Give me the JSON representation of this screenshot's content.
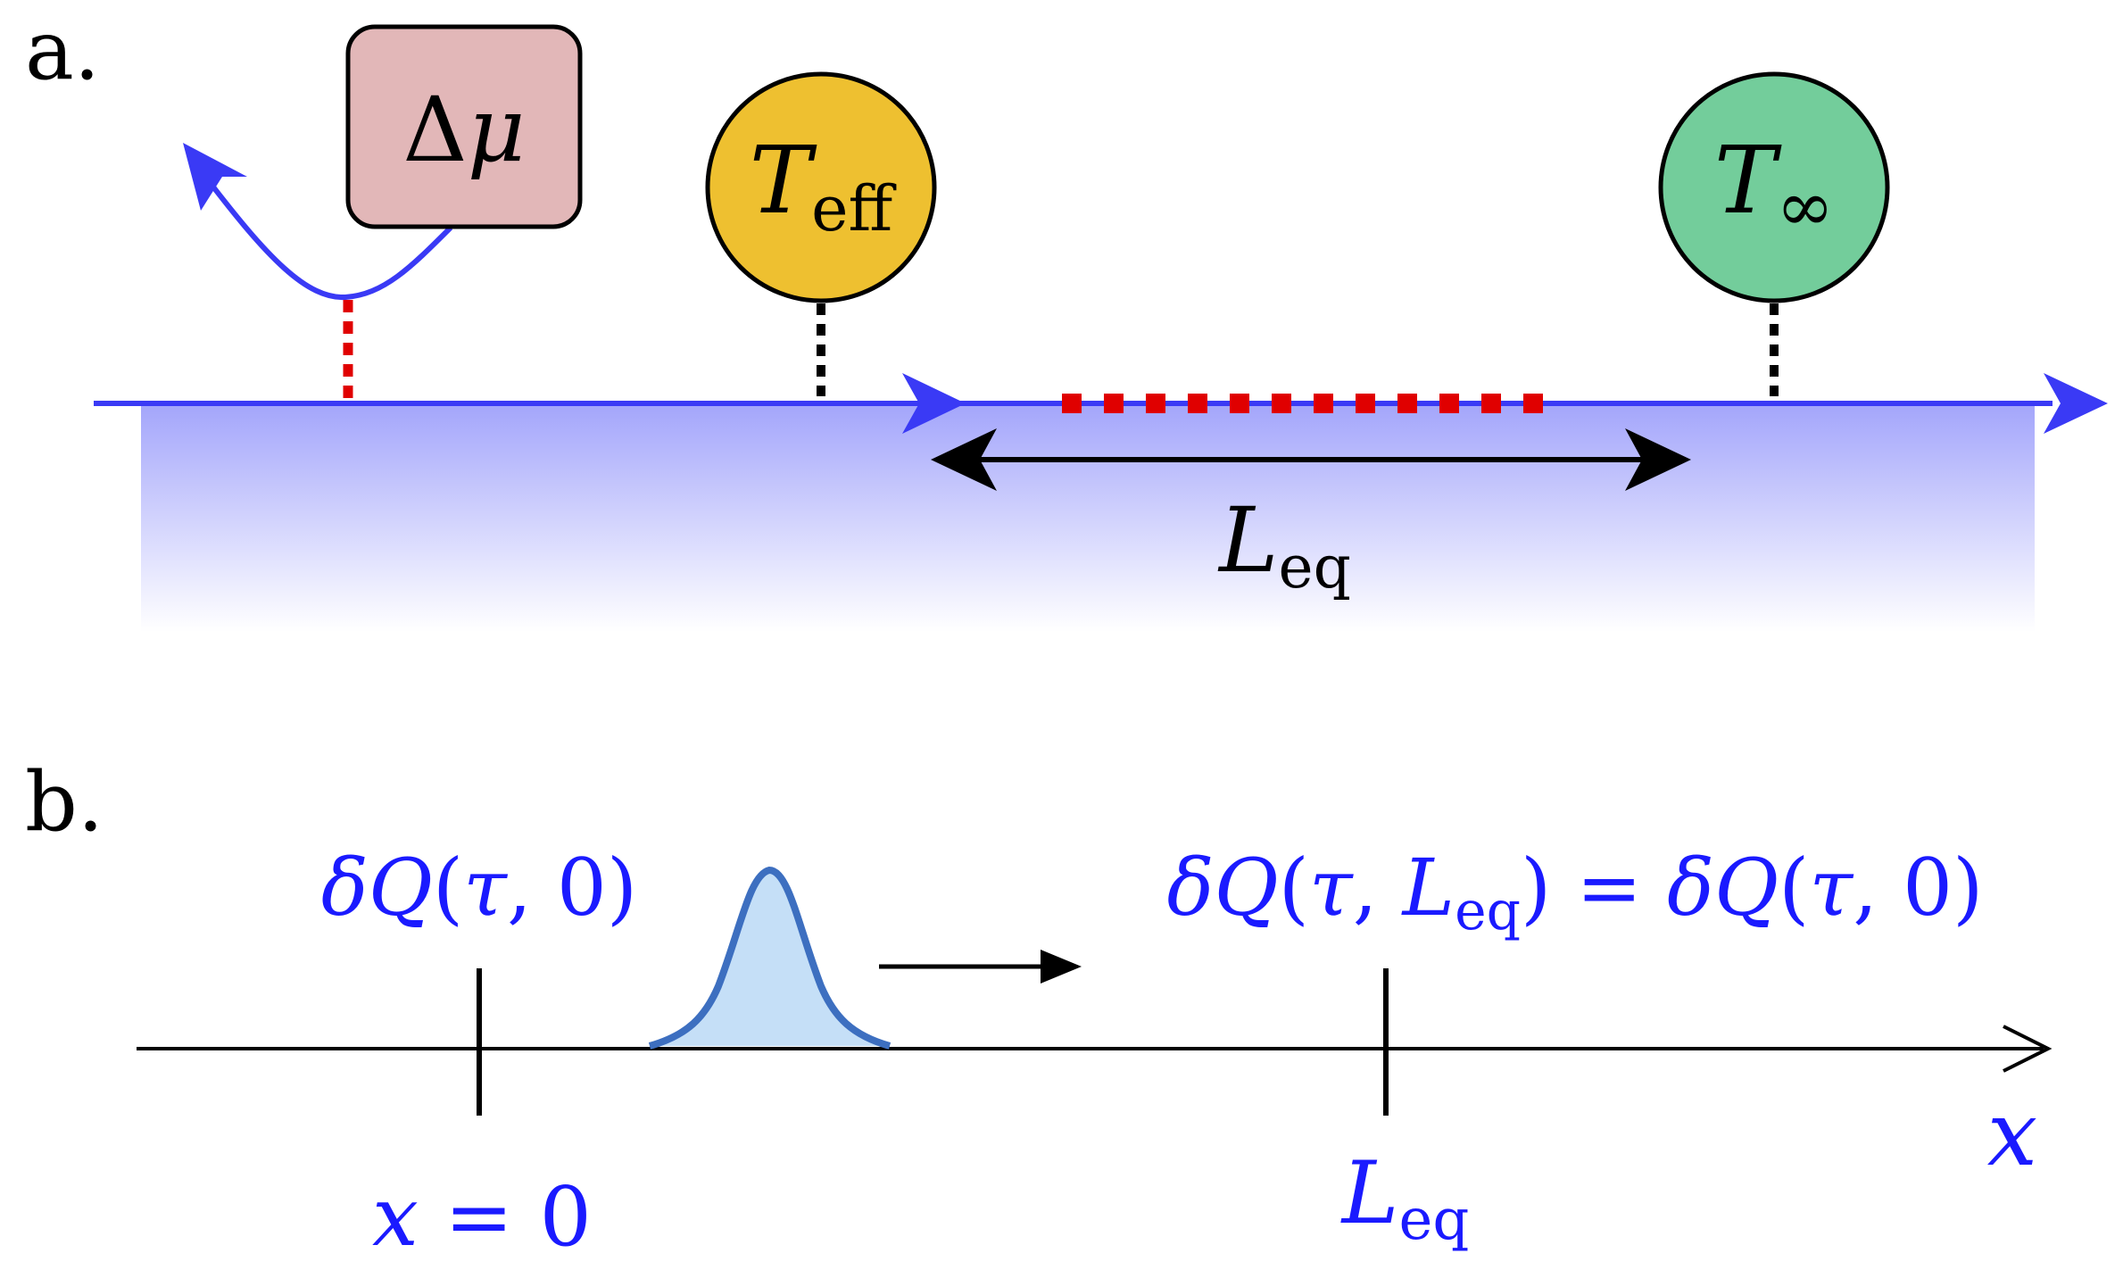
{
  "panel_a": {
    "label": "a.",
    "delta_mu": {
      "symbol": "Δ",
      "var": "μ",
      "fill": "#e2b7b8"
    },
    "t_eff": {
      "var": "T",
      "sub": "eff",
      "fill": "#eec030"
    },
    "t_inf": {
      "var": "T",
      "sub": "∞",
      "fill": "#73cd9b"
    },
    "l_eq": {
      "var": "L",
      "sub": "eq"
    },
    "colors": {
      "edge": "#3a3af5",
      "coupling_dots": "#e00000",
      "bulk_top": "#a3a5fb",
      "bulk_bottom": "#ffffff"
    }
  },
  "panel_b": {
    "label": "b.",
    "left_label": {
      "pre": "δ",
      "var": "Q",
      "open": "(",
      "tau": "τ",
      "mid": ", 0)"
    },
    "right_label": {
      "pre": "δ",
      "var": "Q",
      "open": "(",
      "tau": "τ",
      "comma": ", ",
      "l": "L",
      "sub": "eq",
      "rest": ") = ",
      "pre2": "δ",
      "var2": "Q",
      "open2": "(",
      "tau2": "τ",
      "mid2": ", 0)"
    },
    "x0_label": {
      "var": "x",
      "rest": " = 0"
    },
    "leq_label": {
      "var": "L",
      "sub": "eq"
    },
    "axis_label": "x",
    "colors": {
      "pulse_stroke": "#3d6fc0",
      "pulse_fill": "#c5dff7",
      "text": "#1a1aff"
    }
  }
}
